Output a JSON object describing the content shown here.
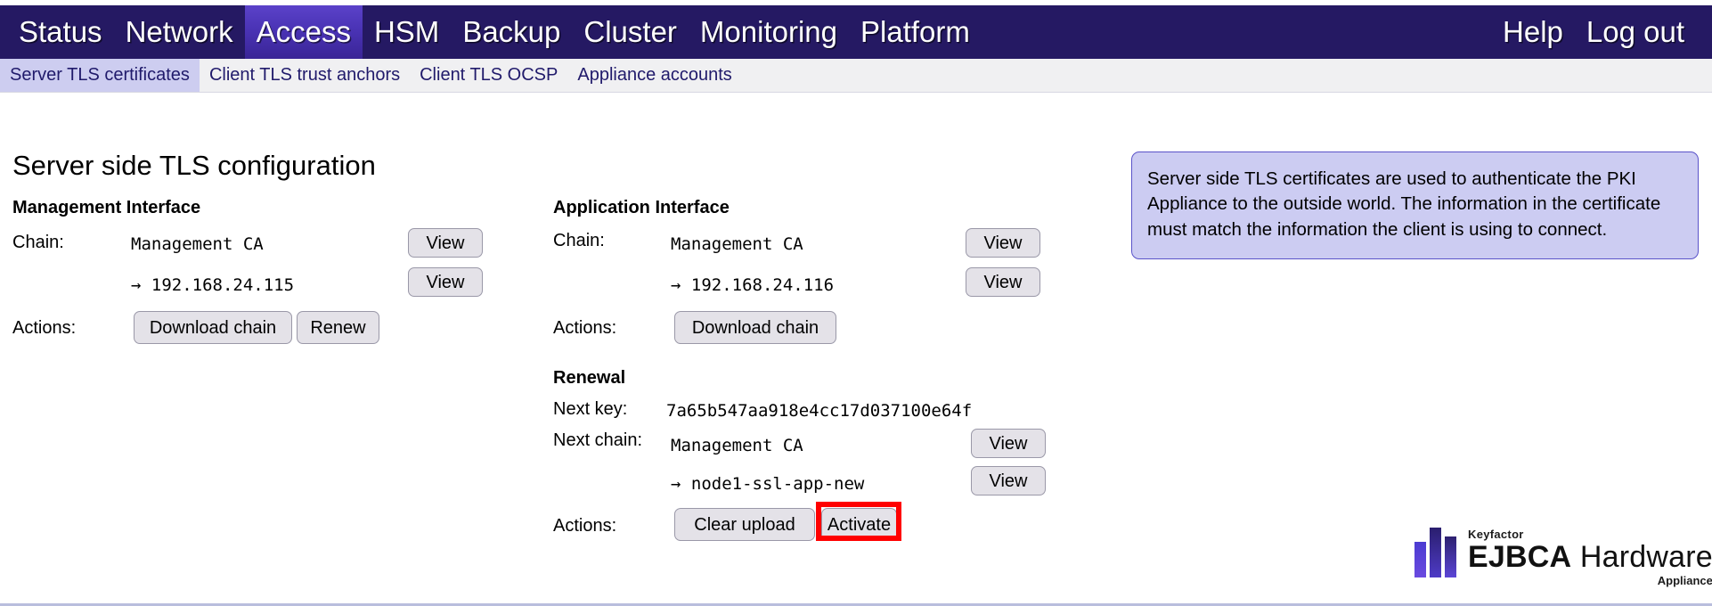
{
  "topnav": {
    "items": [
      {
        "label": "Status",
        "active": false
      },
      {
        "label": "Network",
        "active": false
      },
      {
        "label": "Access",
        "active": true
      },
      {
        "label": "HSM",
        "active": false
      },
      {
        "label": "Backup",
        "active": false
      },
      {
        "label": "Cluster",
        "active": false
      },
      {
        "label": "Monitoring",
        "active": false
      },
      {
        "label": "Platform",
        "active": false
      }
    ],
    "right": [
      {
        "label": "Help"
      },
      {
        "label": "Log out"
      }
    ],
    "background_color": "#251963",
    "active_color": "#4a33b5"
  },
  "subnav": {
    "items": [
      {
        "label": "Server TLS certificates",
        "active": true
      },
      {
        "label": "Client TLS trust anchors",
        "active": false
      },
      {
        "label": "Client TLS OCSP",
        "active": false
      },
      {
        "label": "Appliance accounts",
        "active": false
      }
    ],
    "active_background": "#cdcdf0",
    "text_color": "#201a6b"
  },
  "page": {
    "title": "Server side TLS configuration"
  },
  "management_interface": {
    "heading": "Management Interface",
    "chain_label": "Chain:",
    "chain_ca": "Management CA",
    "chain_leaf": "→ 192.168.24.115",
    "view_ca_label": "View",
    "view_leaf_label": "View",
    "actions_label": "Actions:",
    "download_chain_label": "Download chain",
    "renew_label": "Renew"
  },
  "application_interface": {
    "heading": "Application Interface",
    "chain_label": "Chain:",
    "chain_ca": "Management CA",
    "chain_leaf": "→ 192.168.24.116",
    "view_ca_label": "View",
    "view_leaf_label": "View",
    "actions_label": "Actions:",
    "download_chain_label": "Download chain"
  },
  "renewal": {
    "heading": "Renewal",
    "next_key_label": "Next key:",
    "next_key_value": "7a65b547aa918e4cc17d037100e64f",
    "next_chain_label": "Next chain:",
    "next_chain_ca": "Management CA",
    "next_chain_leaf": "→ node1-ssl-app-new",
    "view_ca_label": "View",
    "view_leaf_label": "View",
    "actions_label": "Actions:",
    "clear_upload_label": "Clear upload",
    "activate_label": "Activate",
    "highlight_color": "#ff0000"
  },
  "info_box": {
    "text": "Server side TLS certificates are used to authenticate the PKI Appliance to the outside world. The information in the certificate must match the information the client is using to connect.",
    "background_color": "#ccccf2",
    "border_color": "#5a53c9"
  },
  "logo": {
    "brand_small": "Keyfactor",
    "brand_bold": "EJBCA",
    "brand_rest": " Hardware",
    "brand_sub": "Appliance"
  }
}
